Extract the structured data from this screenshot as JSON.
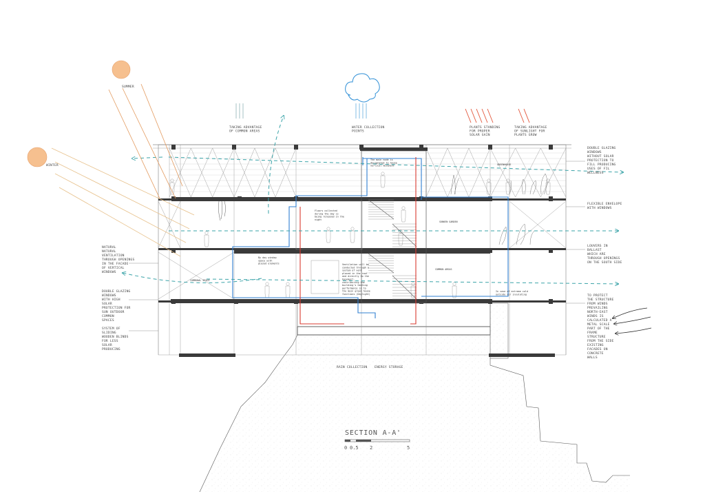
{
  "colors": {
    "sun_fill": "#f6c08f",
    "sun_stroke": "#e7a06a",
    "summer_ray": "#e39a5e",
    "winter_ray": "#e7c08a",
    "rain_cloud": "#2f8fd6",
    "water_pipe": "#2f7fd1",
    "heat_pipe": "#d8382f",
    "air_flow": "#3aa3a8",
    "hot_strokes": "#e2553a"
  },
  "sun": {
    "summer_label": "SUMMER",
    "winter_label": "WINTER"
  },
  "top_labels": {
    "common_areas": [
      "TAKING ADVANTAGE",
      "OF COMMON AREAS"
    ],
    "water": [
      "WATER COLLECTION",
      "POINTS"
    ],
    "plants_shade": [
      "PLANTS STANDING",
      "FOR PROPER",
      "SOLAR GAIN"
    ],
    "sunlight": [
      "TAKING ADVANTAGE",
      "OF SUNLIGHT FOR",
      "PLANTS GROW"
    ]
  },
  "right_labels": {
    "glazing": [
      "DOUBLE GLAZING",
      "WINDOWS",
      "WITHOUT SOLAR",
      "PROTECTION TO",
      "FILL PRODUCING",
      "USES OF FIL",
      "WELLNESS"
    ],
    "flexible": [
      "FLEXIBLE ENVELOPE",
      "WITH WINDOWS"
    ],
    "louvres": [
      "LOUVERS IN",
      "BALLAST",
      "WHICH ARE",
      "THROUGH OPENINGS",
      "ON THE SOUTH SIDE"
    ],
    "protect": [
      "TO PROTECT",
      "THE STRUCTURE",
      "FROM WINDS",
      "PREVAILING",
      "NORTH-EAST",
      "WINDS IS",
      "CALCULATED A",
      "METAL SCALE",
      "PART OF THE",
      "FRAME",
      "STRUCTURE",
      "FROM THE SIDE",
      "EXISTING",
      "FACADES ON",
      "CONCRETE",
      "WALLS"
    ]
  },
  "left_labels": {
    "ventilation": [
      "NATURAL",
      "NATURAL",
      "VENTILATION",
      "THROUGH OPENINGS",
      "IN THE FACADE",
      "OF VERTICAL",
      "WINDOWS"
    ],
    "double_glazing": [
      "DOUBLE GLAZING",
      "WINDOWS",
      "WITH HIGH",
      "SOLAR",
      "PROTECTION FOR",
      "SUN OUTDOOR",
      "COMMON",
      "SPACES"
    ],
    "shading": [
      "SYSTEM OF",
      "SLIDING",
      "WOODEN BLINDS",
      "FOR LESS",
      "SOLAR",
      "PRODUCING"
    ]
  },
  "interior_labels": {
    "greenhouse": "GREENHOUSE",
    "sunken_garden": "SUNKEN GARDEN",
    "common_areas": "COMMON AREAS",
    "commun_space": "COMMUNAL SPACE",
    "core_note": [
      "The main node is",
      "designated to house",
      "vertical movement"
    ],
    "slab_note": [
      "Floors collected",
      "during the day is",
      "being released in the",
      "night"
    ],
    "wall_note": [
      "Ventilation will be",
      "conducted through a",
      "system of vent",
      "placed in the roof",
      "and directly to the",
      "basement,",
      "contributing the",
      "building's heating",
      "performance in to",
      "the main green house",
      "functions (Daylight)"
    ],
    "small_note": [
      "By day window",
      "space with",
      "glazed elements"
    ],
    "right_note": [
      "In case of extreme cold",
      "outside air insulating"
    ]
  },
  "bottom_labels": {
    "rain": "RAIN COLLECTION",
    "energy": "ENERGY STORAGE"
  },
  "section": {
    "title": "SECTION A-A'",
    "scale_marks": [
      "0",
      "0.5",
      "2",
      "5"
    ]
  }
}
